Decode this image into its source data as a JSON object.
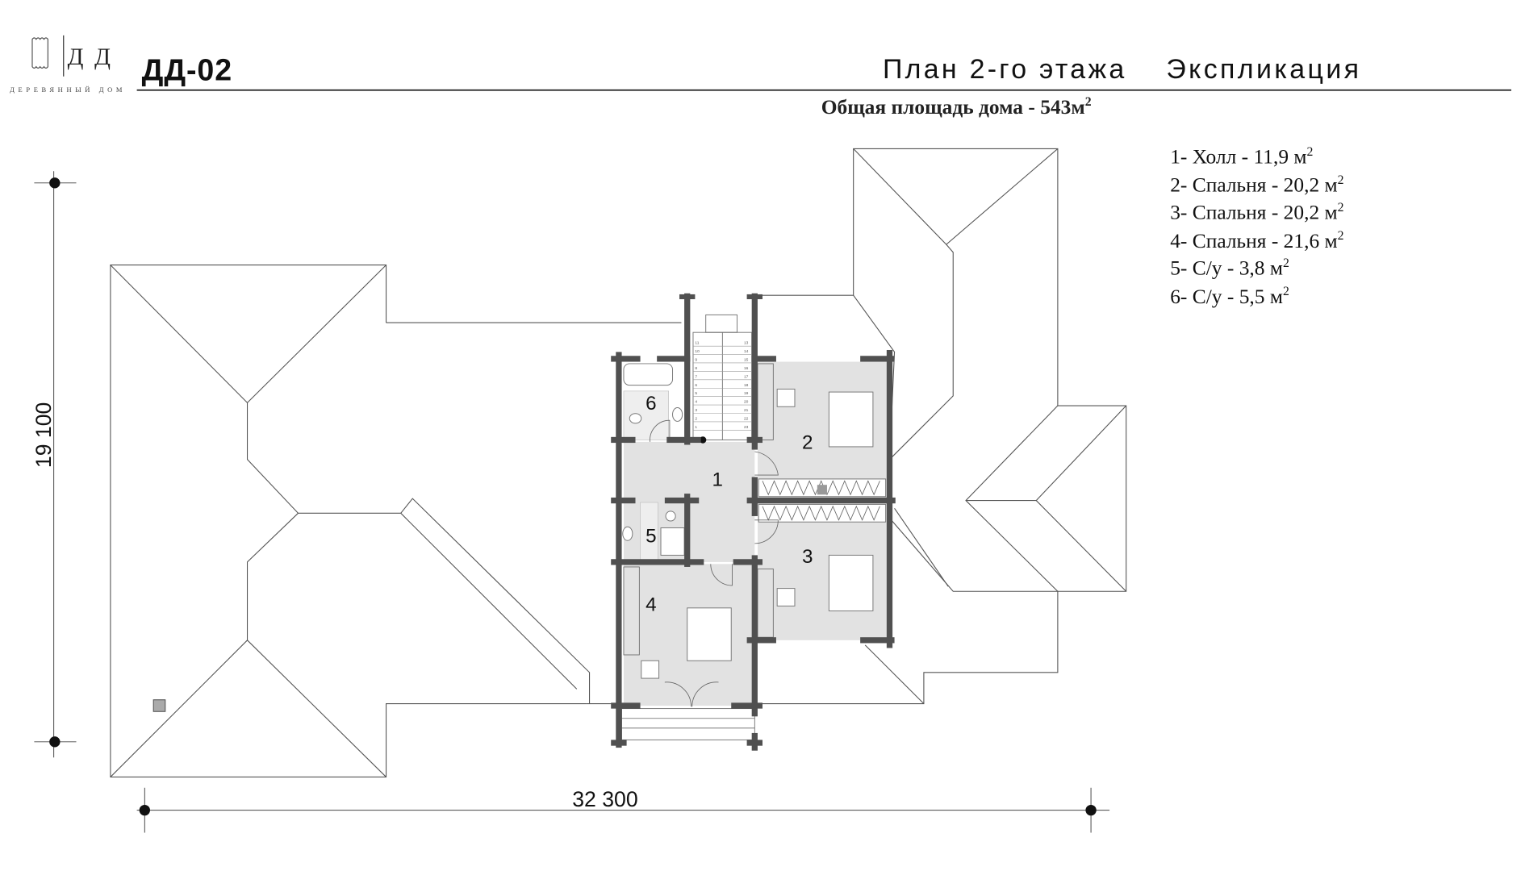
{
  "logo": {
    "mark": "ДД",
    "caption": "ДЕРЕВЯННЫЙ ДОМ"
  },
  "header": {
    "project_code": "ДД-02",
    "plan_title": "План 2-го этажа",
    "legend_title": "Экспликация",
    "total_area_text": "Общая площадь дома - 543м",
    "total_area_sup": "2"
  },
  "legend": [
    {
      "text": "1- Холл - 11,9 м",
      "sup": "2"
    },
    {
      "text": "2- Спальня - 20,2 м",
      "sup": "2"
    },
    {
      "text": "3- Спальня - 20,2 м",
      "sup": "2"
    },
    {
      "text": "4- Спальня - 21,6 м",
      "sup": "2"
    },
    {
      "text": "5- С/у - 3,8 м",
      "sup": "2"
    },
    {
      "text": "6- С/у - 5,5 м",
      "sup": "2"
    }
  ],
  "rooms": [
    "1",
    "2",
    "3",
    "4",
    "5",
    "6"
  ],
  "dimensions": {
    "height": "19 100",
    "width": "32 300"
  },
  "stairs": {
    "left_steps": [
      "11",
      "10",
      "9",
      "8",
      "7",
      "6",
      "5",
      "4",
      "3",
      "2",
      "1"
    ],
    "right_steps": [
      "13",
      "14",
      "15",
      "16",
      "17",
      "18",
      "19",
      "20",
      "21",
      "22",
      "23"
    ]
  }
}
